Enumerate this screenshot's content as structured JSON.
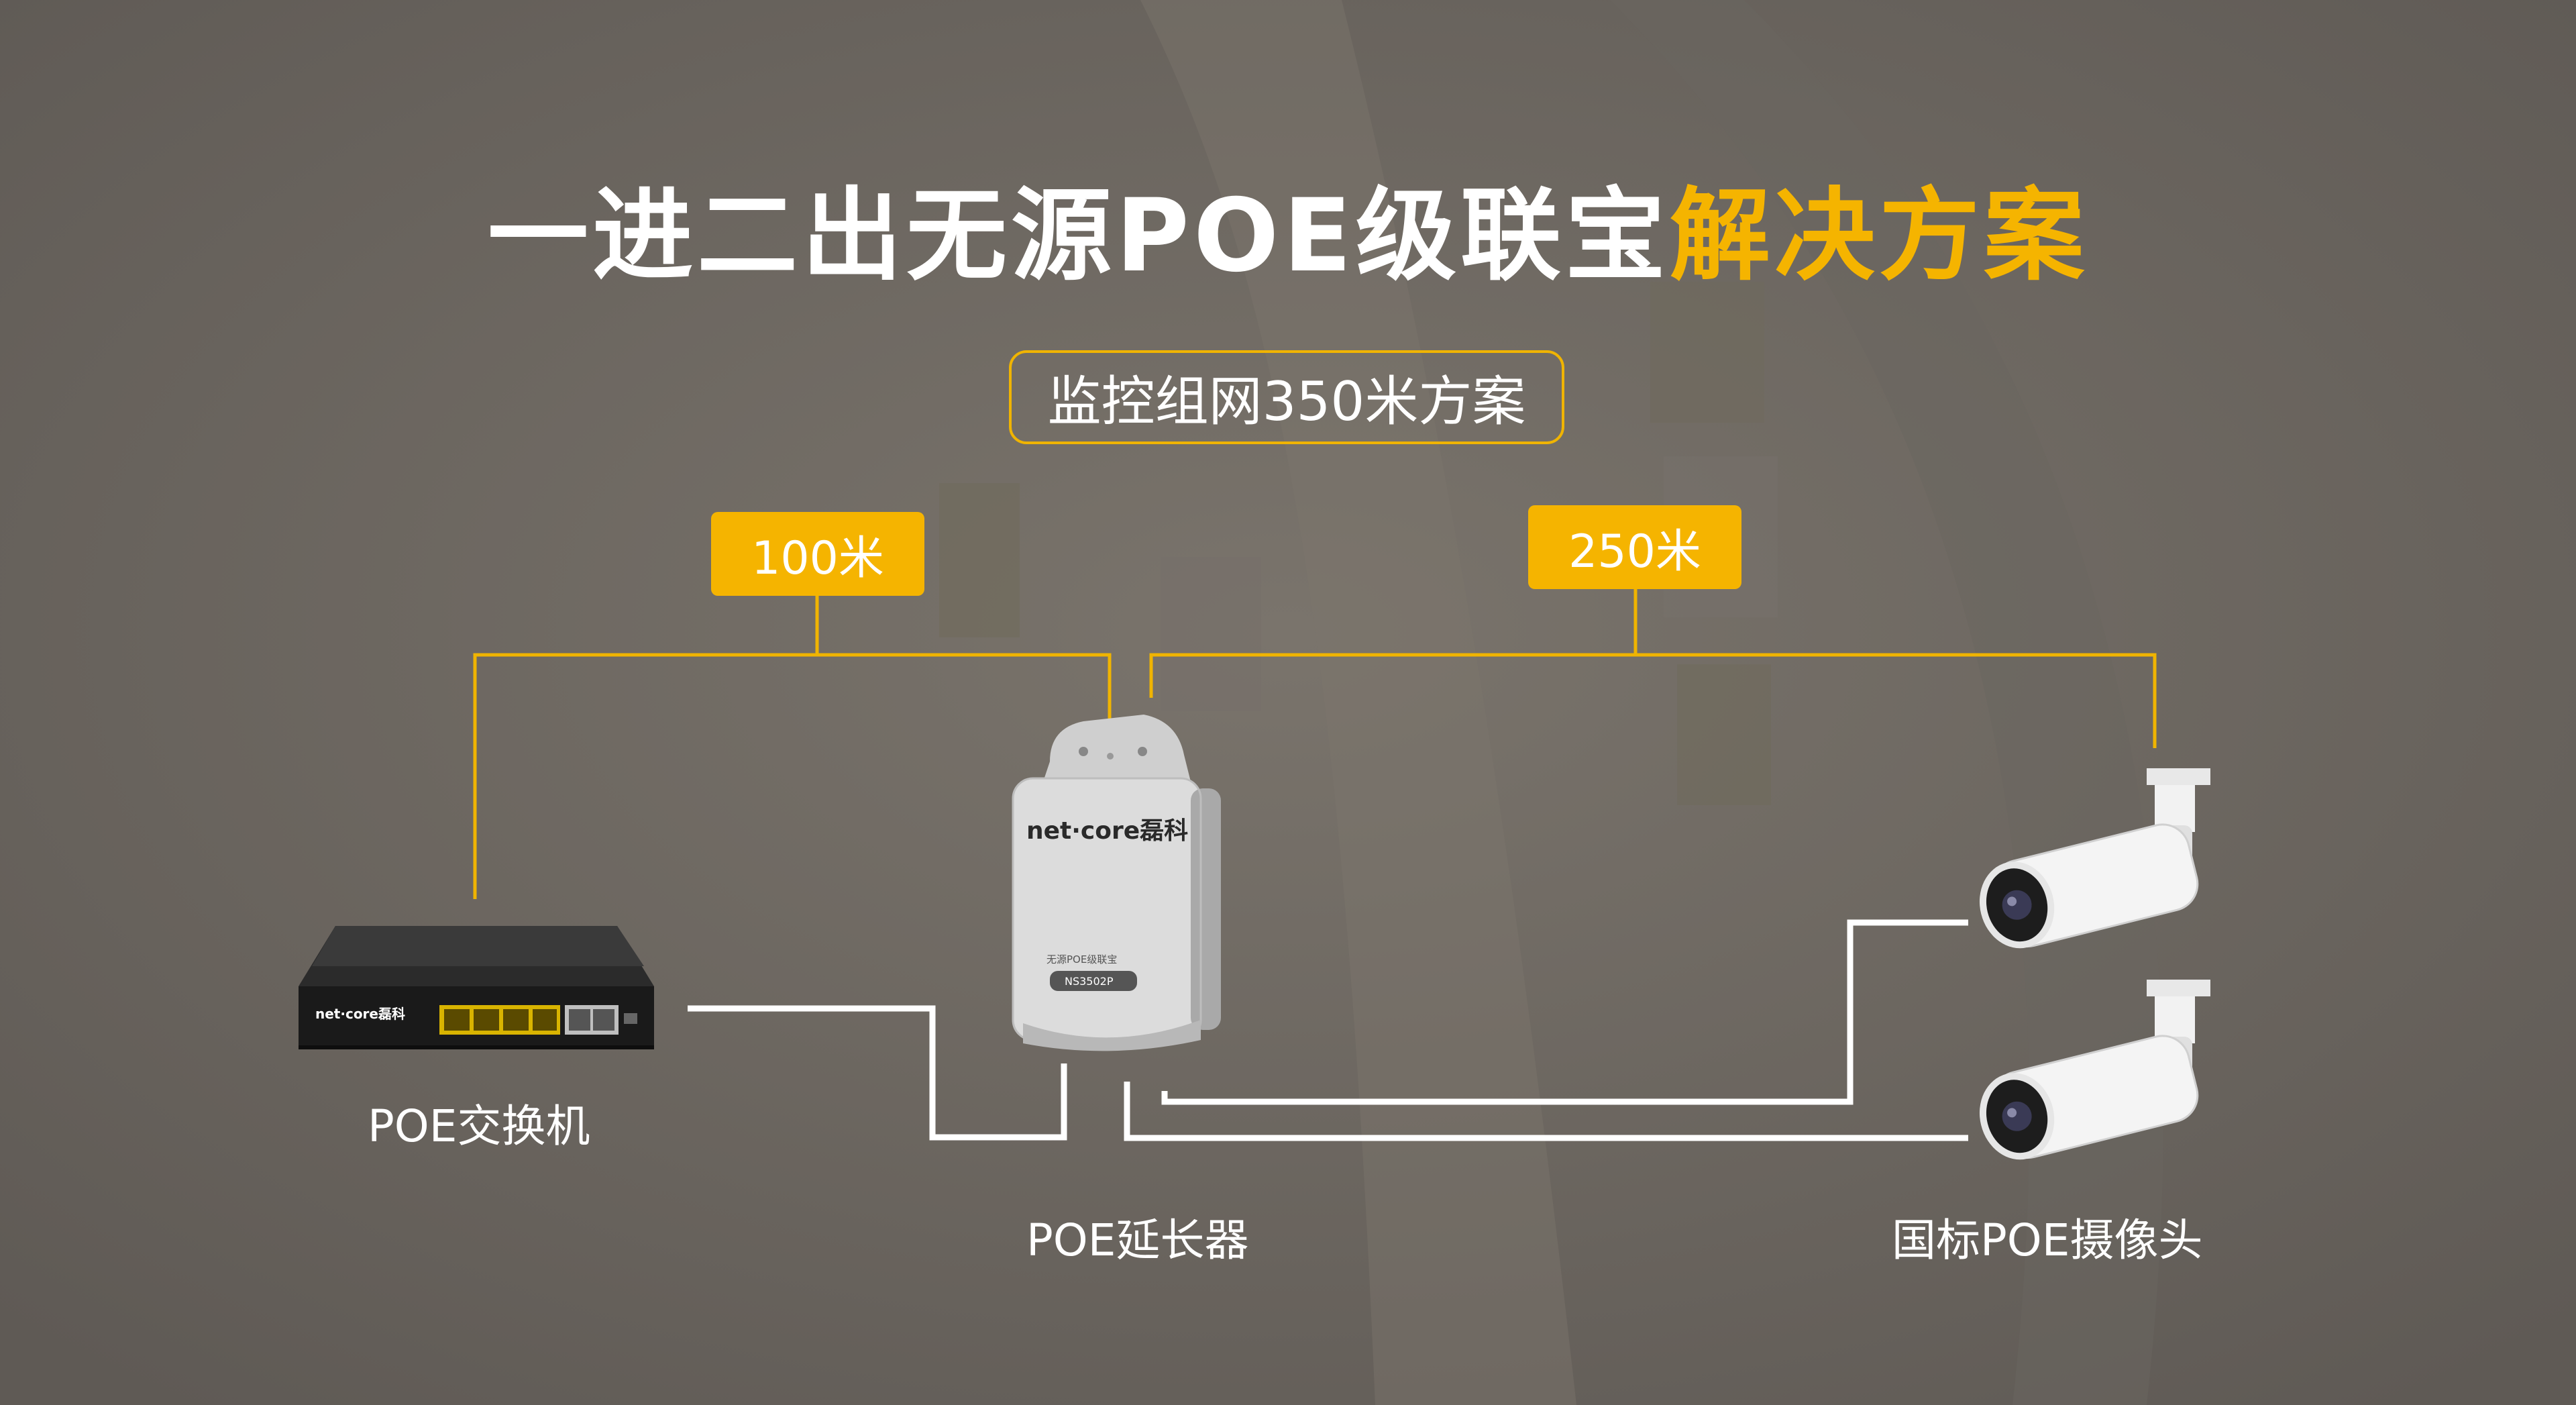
{
  "title": {
    "main": "一进二出无源POE级联宝",
    "accent": "解决方案"
  },
  "subtitle": "监控组网350米方案",
  "distances": {
    "left": "100米",
    "right": "250米"
  },
  "devices": {
    "switch": {
      "label": "POE交换机",
      "brand": "net·core磊科"
    },
    "extender": {
      "label": "POE延长器",
      "brand": "net·core磊科",
      "product_name": "无源POE级联宝",
      "model": "NS3502P"
    },
    "cameras": {
      "label": "国标POE摄像头"
    }
  },
  "colors": {
    "accent": "#f5b400",
    "line_yellow": "#f0b400",
    "line_white": "#ffffff",
    "background": "#6f6a64"
  }
}
